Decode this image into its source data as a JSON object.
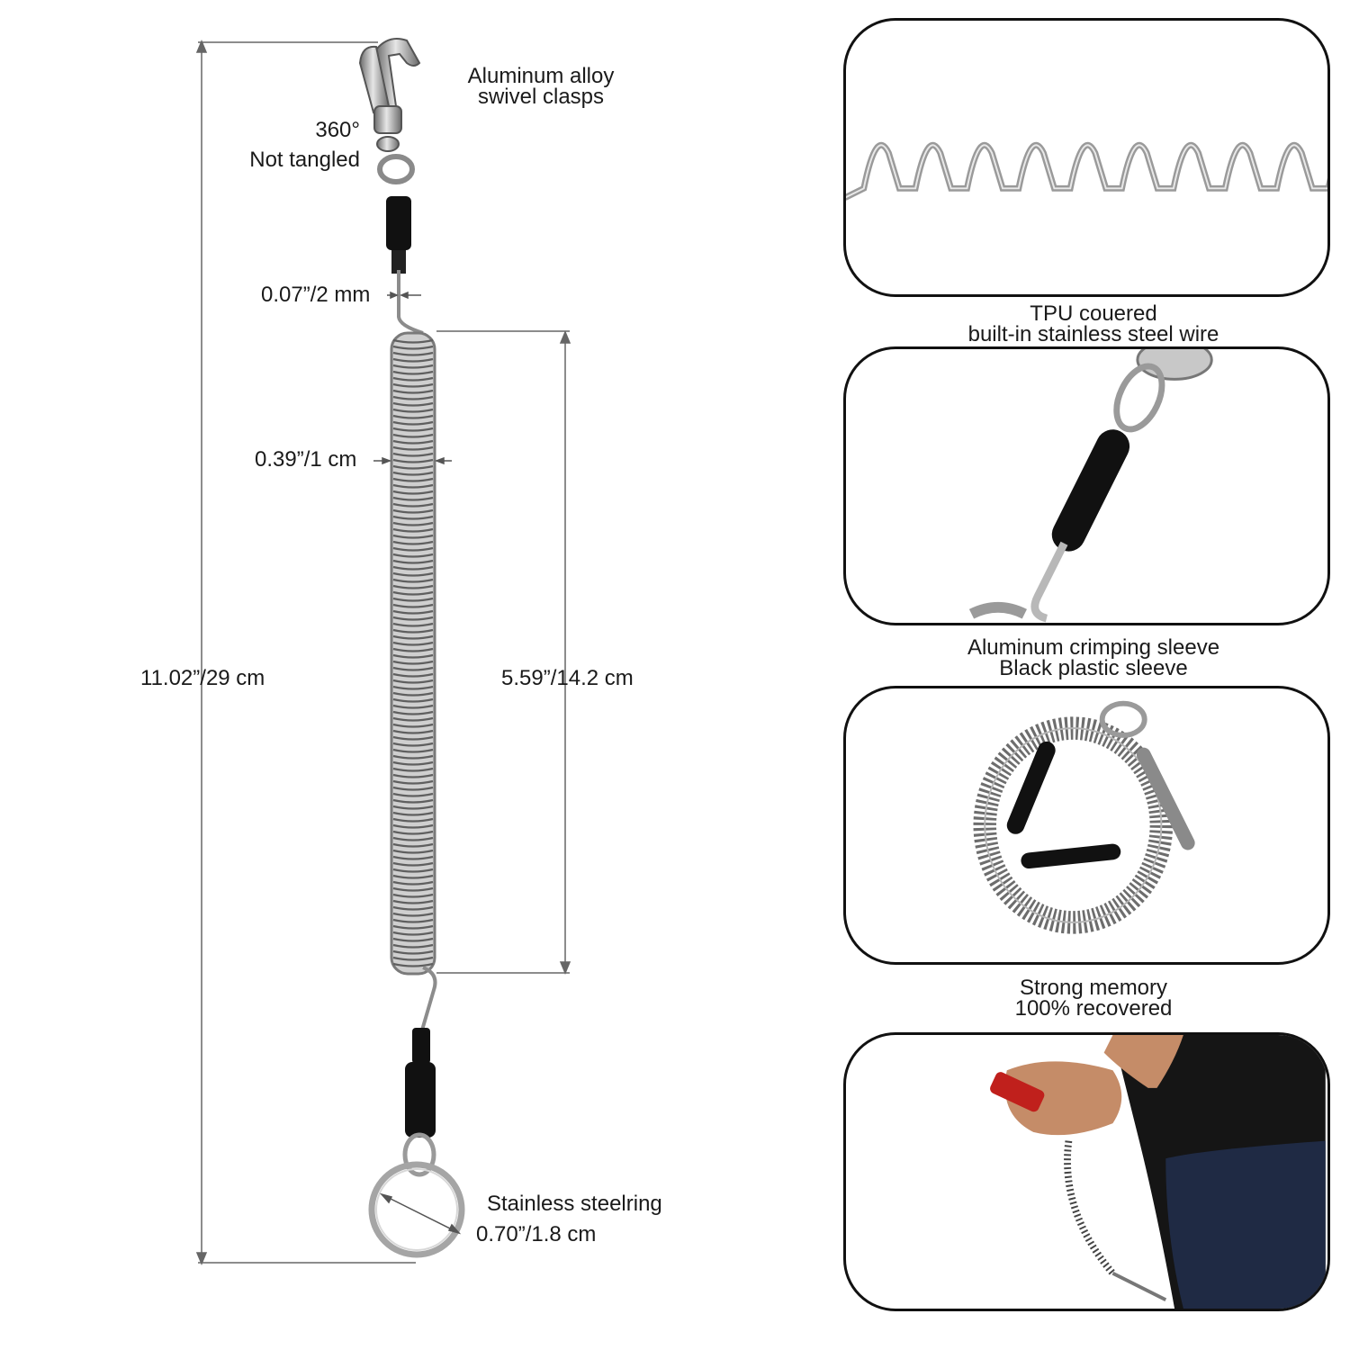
{
  "labels": {
    "clasp": [
      "Aluminum alloy",
      "swivel clasps"
    ],
    "swivel": [
      "360°",
      "Not tangled"
    ],
    "wire_thickness": "0.07”/2 mm",
    "coil_diameter": "0.39”/1 cm",
    "total_length": "11.02”/29 cm",
    "coil_length": "5.59”/14.2 cm",
    "ring": "Stainless steelring",
    "ring_diameter": "0.70”/1.8 cm"
  },
  "panels": [
    {
      "caption": [
        "TPU couered",
        "built-in stainless steel wire"
      ]
    },
    {
      "caption": [
        "Aluminum crimping sleeve",
        "Black plastic sleeve"
      ]
    },
    {
      "caption": [
        "Strong memory",
        "100% recovered"
      ]
    },
    {
      "caption": []
    }
  ],
  "colors": {
    "steel": "#9a9a9a",
    "sleeve": "#111111",
    "dimension_line": "#555555",
    "panel_border": "#111111",
    "accent_red": "#c0201c",
    "shirt": "#151515",
    "jeans": "#1f2a44",
    "skin": "#c58c68"
  }
}
